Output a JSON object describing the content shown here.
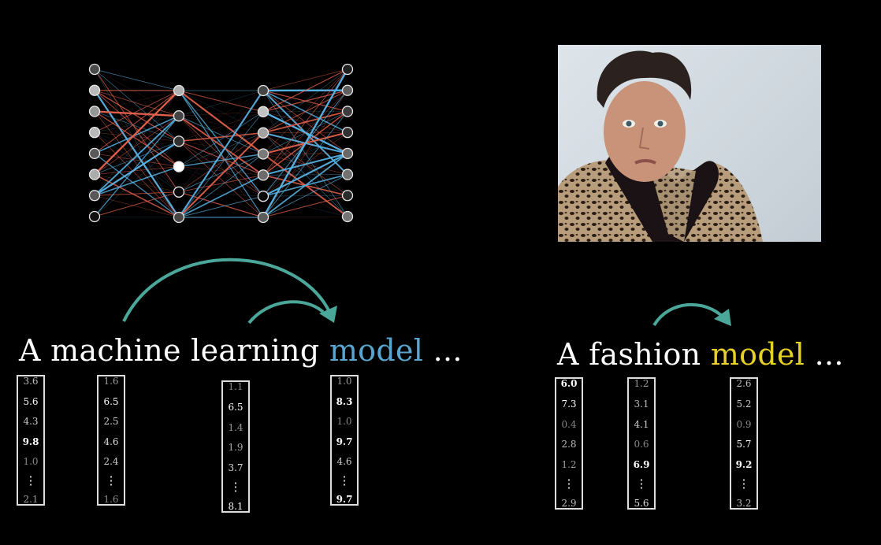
{
  "sentence_ml": {
    "prefix": "A machine learning",
    "highlight": "model",
    "suffix": "..."
  },
  "sentence_fashion": {
    "prefix": "A fashion",
    "highlight": "model",
    "suffix": "..."
  },
  "colors": {
    "ml_highlight": "#58a6cf",
    "fashion_highlight": "#e6d125",
    "arrow": "#4aa79a",
    "edge_red": "#e5614d",
    "edge_blue": "#58b4e6"
  },
  "vectors_ml": [
    [
      "3.6",
      "5.6",
      "4.3",
      "9.8",
      "1.0",
      "⋮",
      "2.1"
    ],
    [
      "1.6",
      "6.5",
      "2.5",
      "4.6",
      "2.4",
      "⋮",
      "1.6"
    ],
    [
      "1.1",
      "6.5",
      "1.4",
      "1.9",
      "3.7",
      "⋮",
      "8.1"
    ],
    [
      "1.0",
      "8.3",
      "1.0",
      "9.7",
      "4.6",
      "⋮",
      "9.7"
    ]
  ],
  "vectors_fashion": [
    [
      "6.0",
      "7.3",
      "0.4",
      "2.8",
      "1.2",
      "⋮",
      "2.9"
    ],
    [
      "1.2",
      "3.1",
      "4.1",
      "0.6",
      "6.9",
      "⋮",
      "5.6"
    ],
    [
      "2.6",
      "5.2",
      "0.9",
      "5.7",
      "9.2",
      "⋮",
      "3.2"
    ]
  ],
  "network": {
    "layers": [
      8,
      6,
      7,
      8
    ],
    "active_node": "layer-2-node-4"
  },
  "photo": {
    "subject": "fashion-model-portrait"
  }
}
